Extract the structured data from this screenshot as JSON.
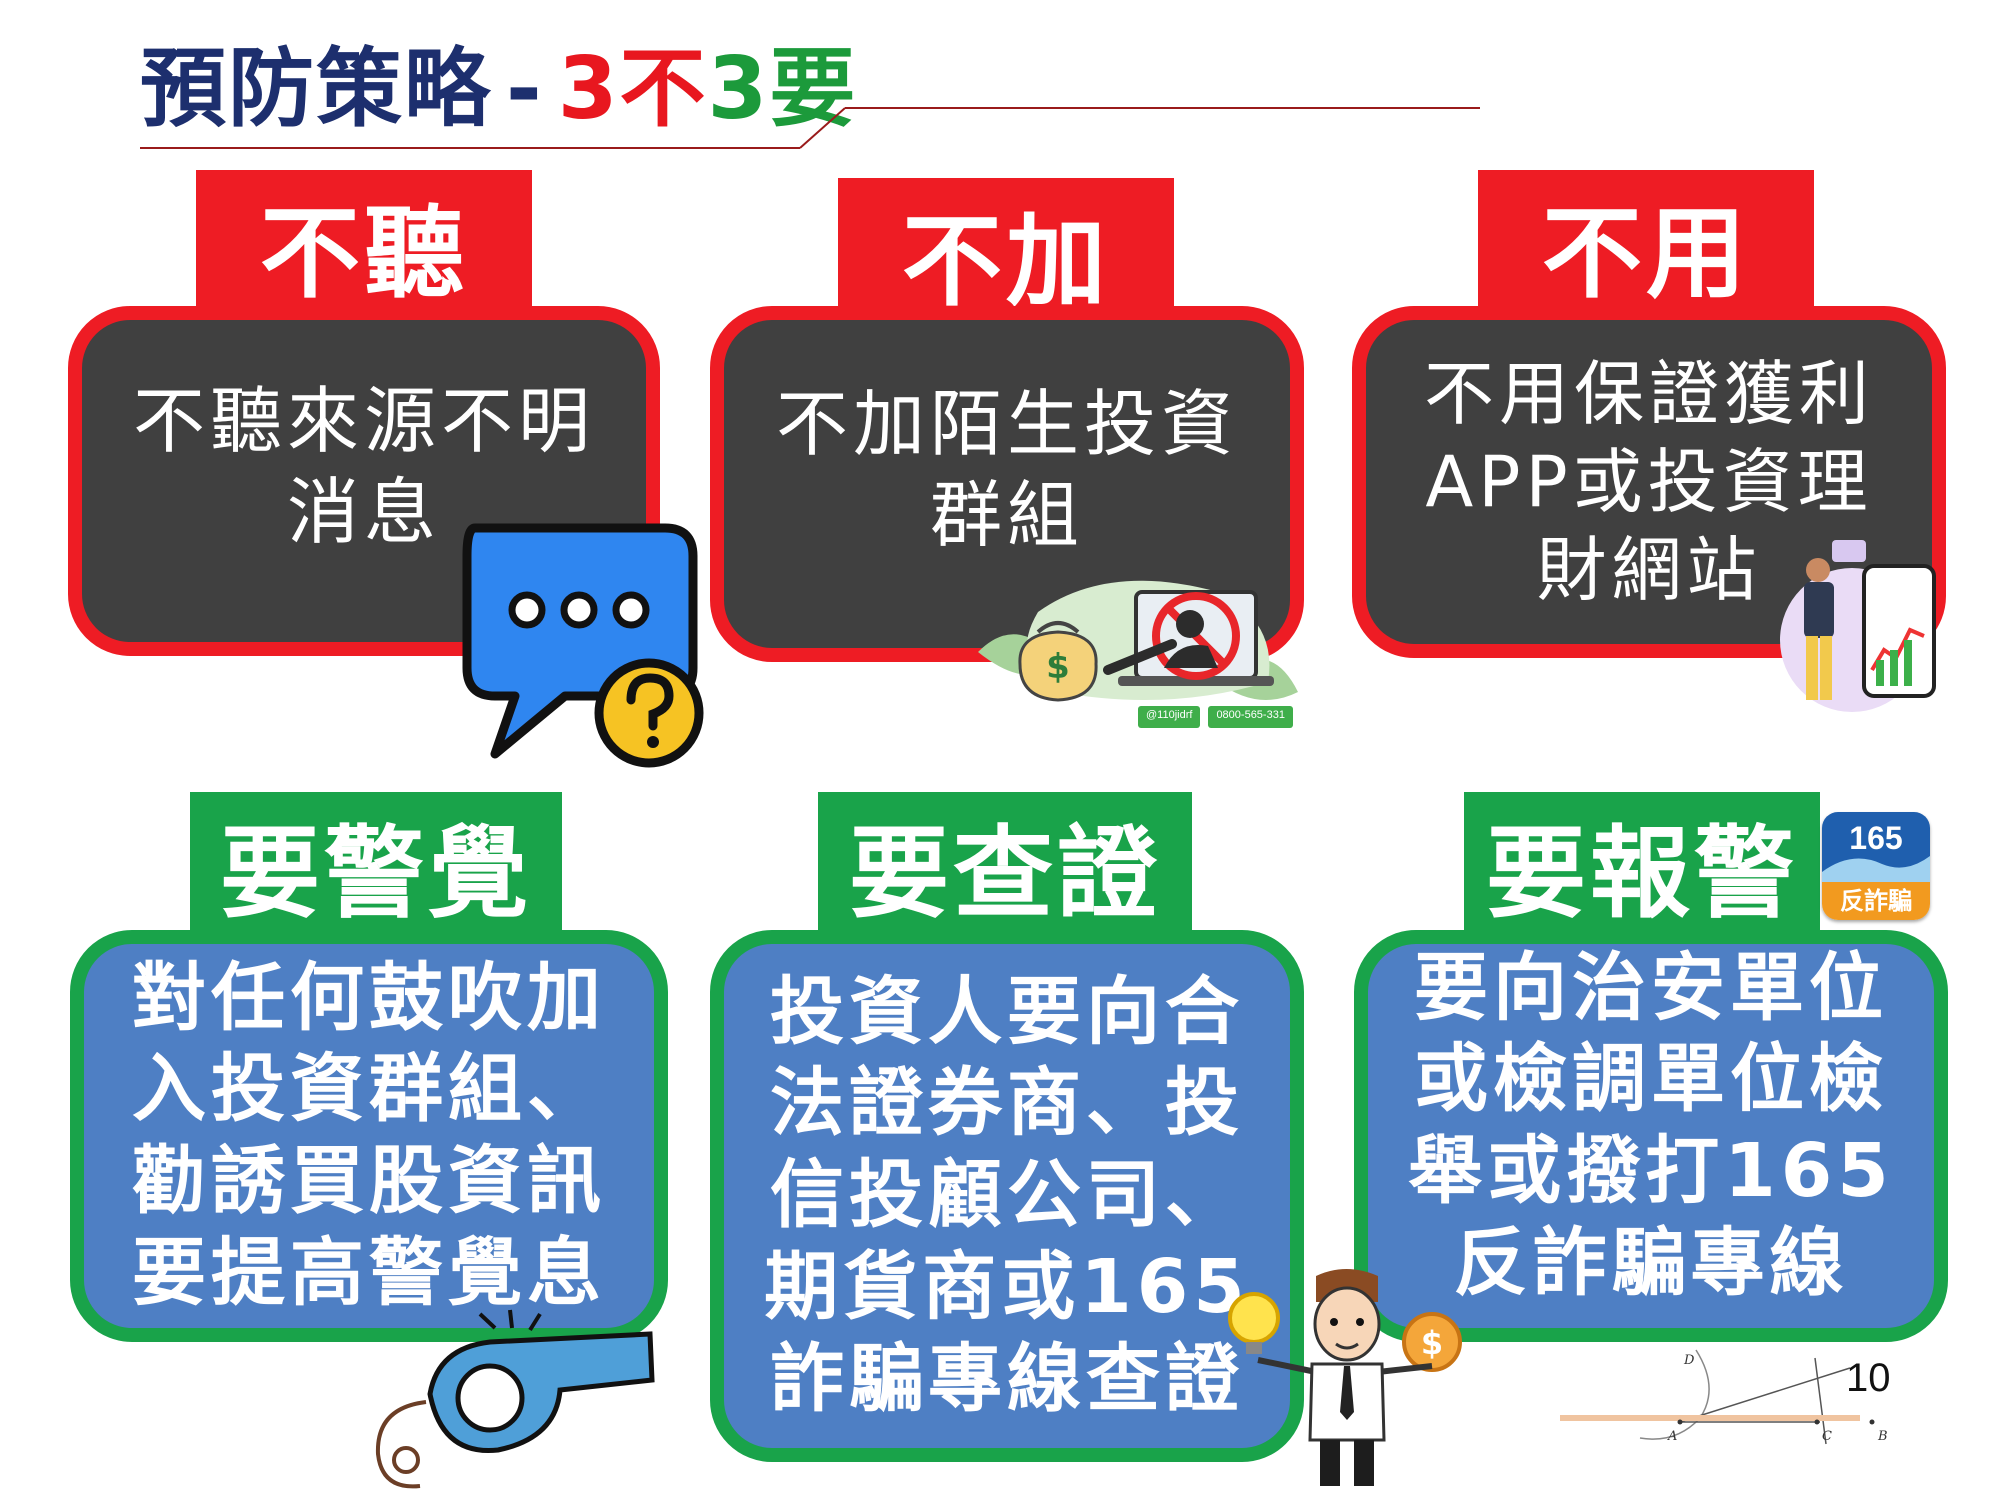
{
  "title": {
    "main": "預防策略",
    "dash": "-",
    "num1": "3",
    "no": "不",
    "num2": "3",
    "must": "要"
  },
  "top_row": [
    {
      "tab": "不聽",
      "text": "不聽來源不明\n消息"
    },
    {
      "tab": "不加",
      "text": "不加陌生投資\n群組"
    },
    {
      "tab": "不用",
      "text": "不用保證獲利\nAPP或投資理\n財網站"
    }
  ],
  "bottom_row": [
    {
      "tab": "要警覺",
      "text": "對任何鼓吹加\n入投資群組、\n勸誘買股資訊\n要提高警覺息"
    },
    {
      "tab": "要查證",
      "text": "投資人要向合\n法證券商、投\n信投顧公司、\n期貨商或165\n詐騙專線查證"
    },
    {
      "tab": "要報警",
      "text": "要向治安單位\n或檢調單位檢\n舉或撥打165\n反詐騙專線"
    }
  ],
  "logo_165": {
    "number": "165",
    "label": "反詐騙"
  },
  "line_badge": {
    "id": "@110jidrf",
    "phone": "0800-565-331"
  },
  "geometry_labels": [
    "D",
    "A",
    "C",
    "B"
  ],
  "page_number": "10",
  "colors": {
    "title_navy": "#1d2f6e",
    "red": "#ee1c24",
    "green": "#19a34a",
    "dark_box": "#404040",
    "blue_box": "#4e7fc4"
  }
}
